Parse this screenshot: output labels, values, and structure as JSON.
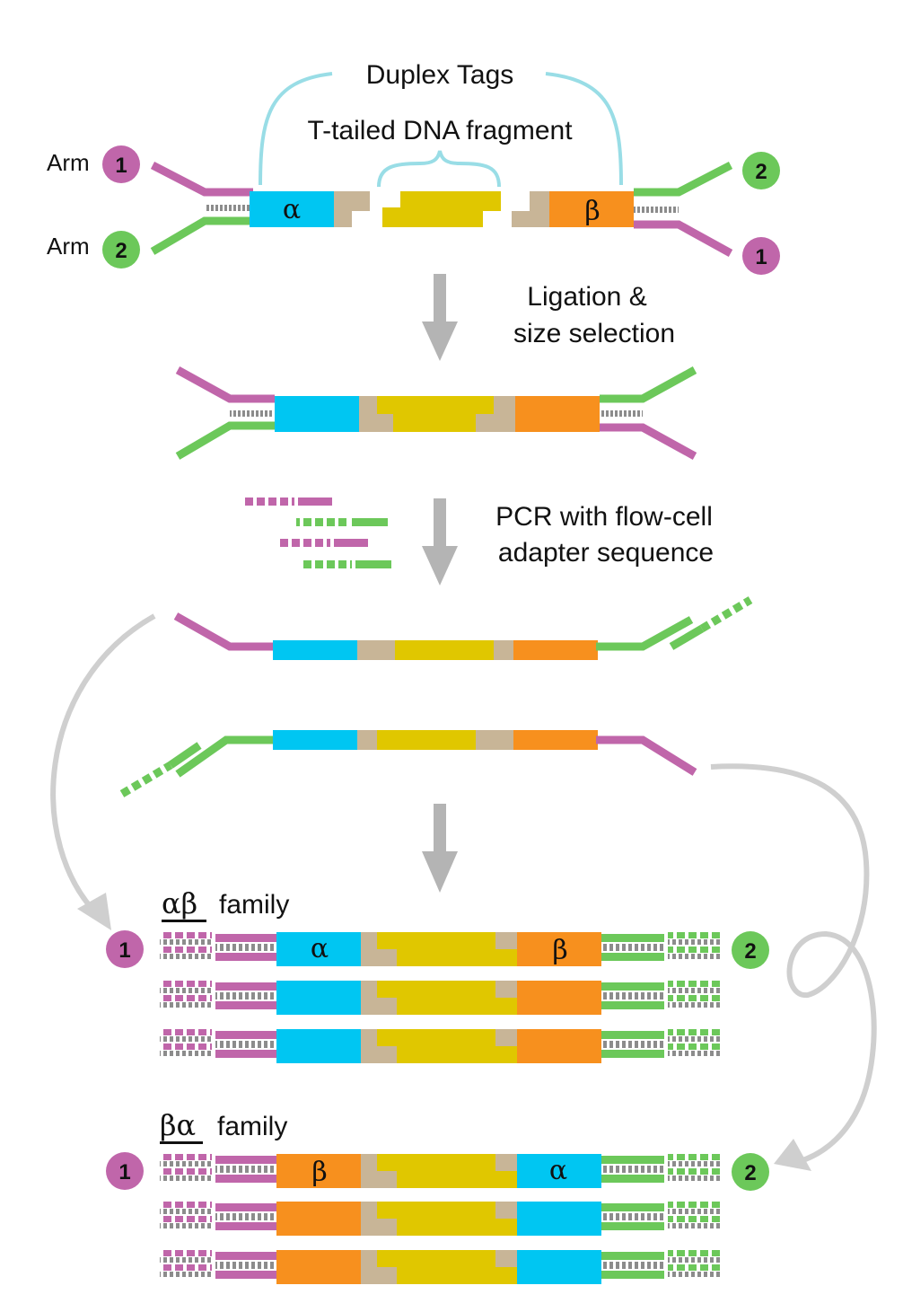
{
  "labels": {
    "duplex_tags": "Duplex Tags",
    "t_tailed_fragment": "T-tailed DNA fragment",
    "arm": "Arm",
    "arm_one": "1",
    "arm_two": "2",
    "step_ligation_line1": "Ligation &",
    "step_ligation_line2": "size selection",
    "step_pcr_line1": "PCR with flow-cell",
    "step_pcr_line2": "adapter sequence",
    "alpha": "α",
    "beta": "β",
    "family_ab": "αβ",
    "family_ba": "βα",
    "family_word": "family"
  },
  "colors": {
    "arm1_magenta": "#c066aa",
    "arm2_green": "#6cc85a",
    "tag_alpha_cyan": "#00c6f2",
    "tag_beta_orange": "#f7901e",
    "tail_tan": "#c8b597",
    "fragment_yellow": "#e0c700",
    "bracket_lightblue": "#99dde6",
    "arrow_gray": "#b4b4b4",
    "loop_gray": "#cfcfcf",
    "rung_gray": "#8c8c8c"
  }
}
